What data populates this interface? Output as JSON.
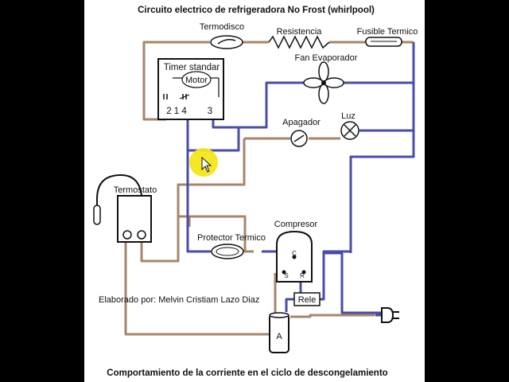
{
  "title": "Circuito electrico de refrigeradora No Frost (whirlpool)",
  "footer": "Comportamiento de la corriente en el ciclo de descongelamiento",
  "credit": "Elaborado por: Melvin Cristiam Lazo Diaz",
  "components": {
    "termodisco": "Termodisco",
    "resistencia": "Resistencia",
    "fusible": "Fusible Termico",
    "timer": "Timer standar",
    "motor": "Motor",
    "timer_terminals": "2 1 4",
    "timer_terminal3": "3",
    "fan": "Fan Evaporador",
    "apagador": "Apagador",
    "luz": "Luz",
    "termostato": "Termostato",
    "compresor": "Compresor",
    "protector": "Protector Termico",
    "rele": "Rele",
    "capacitor": "A",
    "comp_c": "C",
    "comp_s": "S",
    "comp_r": "R"
  },
  "colors": {
    "background": "#000000",
    "panel": "#ffffff",
    "wire_brown": "#a5866a",
    "wire_blue": "#4a4ca8",
    "cursor_highlight": "#f5e61a",
    "component_stroke": "#111111"
  }
}
